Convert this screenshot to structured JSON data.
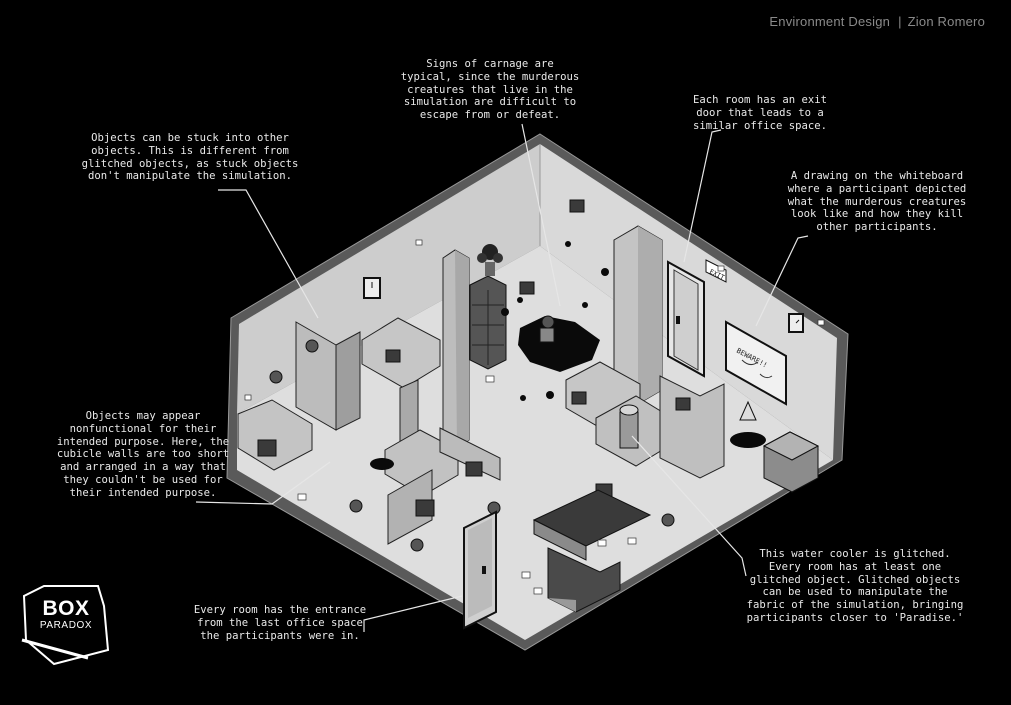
{
  "header": {
    "section": "Environment Design",
    "separator": "|",
    "author": "Zion Romero"
  },
  "logo": {
    "line1": "BOX",
    "line2": "PARADOX"
  },
  "signs": {
    "exit": "EXIT",
    "whiteboard": "BEWARE!!"
  },
  "annotations": {
    "carnage": "Signs of carnage are\ntypical, since the murderous\ncreatures that live in the\nsimulation are difficult to\nescape from or defeat.",
    "exit_door": "Each room has an exit\ndoor that leads to a\nsimilar office space.",
    "stuck_objects": "Objects can be stuck into other\nobjects. This is different from\nglitched objects, as stuck objects\ndon't manipulate the simulation.",
    "whiteboard": "A drawing on the whiteboard\nwhere a participant depicted\nwhat the murderous creatures\nlook like and how they kill\nother participants.",
    "nonfunctional": "Objects may appear\nnonfunctional for their\nintended purpose. Here, the\ncubicle walls are too short\nand arranged in a way that\nthey couldn't be used for\ntheir intended purpose.",
    "water_cooler": "This water cooler is glitched.\nEvery room has at least one\nglitched object. Glitched objects\ncan be used to manipulate the\nfabric of the simulation, bringing\nparticipants closer to 'Paradise.'",
    "entrance": "Every room has the entrance\nfrom the last office space\nthe participants were in."
  },
  "colors": {
    "background": "#000000",
    "floor": "#dcdcdc",
    "wall_left": "#cfcfcf",
    "wall_right": "#d8d8d8",
    "rim": "#5a5a5a",
    "ink": "#1a1a1a",
    "annotation_text": "#e9e9e9",
    "credit_text": "#8a8a8a"
  }
}
